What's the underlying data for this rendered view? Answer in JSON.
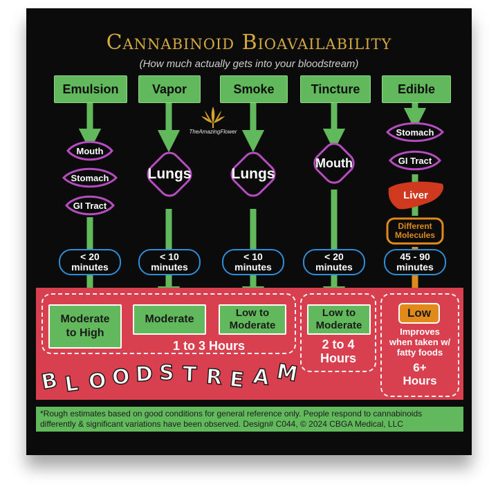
{
  "header": {
    "title": "Cannabinoid Bioavailability",
    "subtitle": "(How much actually gets into your bloodstream)"
  },
  "logo": {
    "text": "TheAmazingFlower",
    "icon": "cannabis-leaf-icon"
  },
  "methods": [
    "Emulsion",
    "Vapor",
    "Smoke",
    "Tincture",
    "Edible"
  ],
  "organs": {
    "emulsion": [
      "Mouth",
      "Stomach",
      "GI Tract"
    ],
    "vapor": "Lungs",
    "smoke": "Lungs",
    "tincture": "Mouth",
    "edible": [
      "Stomach",
      "GI Tract"
    ]
  },
  "liver_label": "Liver",
  "molecules_label": [
    "Different",
    "Molecules"
  ],
  "times": [
    [
      "< 20",
      "minutes"
    ],
    [
      "< 10",
      "minutes"
    ],
    [
      "< 10",
      "minutes"
    ],
    [
      "< 20",
      "minutes"
    ],
    [
      "45 - 90",
      "minutes"
    ]
  ],
  "outcomes": {
    "emulsion": [
      "Moderate",
      "to High"
    ],
    "vapor": "Moderate",
    "smoke": [
      "Low to",
      "Moderate"
    ],
    "tincture": [
      "Low to",
      "Moderate"
    ],
    "edible": "Low"
  },
  "hours": {
    "inhaled": "1 to 3 Hours",
    "tincture": [
      "2 to 4",
      "Hours"
    ],
    "edible_note": [
      "Improves",
      "when taken w/",
      "fatty foods"
    ],
    "edible": [
      "6+",
      "Hours"
    ]
  },
  "bloodstream_label": "BLOODSTREAM",
  "footer": "*Rough estimates based on good conditions for general reference only. People respond to cannabinoids differently & significant variations have been observed. Design# C044, © 2024 CBGA Medical, LLC",
  "colors": {
    "background": "#0b0b0b",
    "title": "#d4a940",
    "method_green": "#61b95c",
    "organ_purple": "#b54cc0",
    "time_blue": "#2e8fd6",
    "liver_red": "#cf3a1e",
    "molecule_orange": "#e08a1c",
    "bloodstream_red": "#d9404f"
  }
}
